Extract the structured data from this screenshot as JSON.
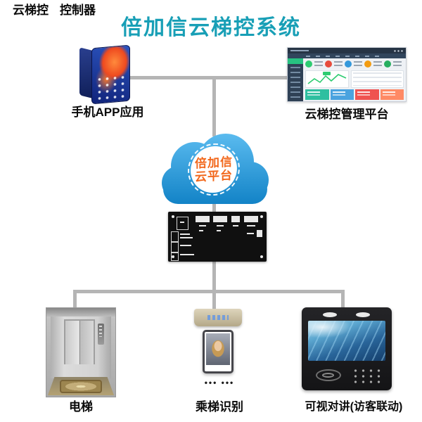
{
  "title": "倍加信云梯控系统",
  "nodes": {
    "phone": {
      "label": "手机APP应用"
    },
    "platform": {
      "label": "云梯控管理平台"
    },
    "cloud": {
      "line1": "倍加信",
      "line2": "云平台"
    },
    "controller": {
      "word1": "云梯控",
      "word2": "控制器"
    },
    "elevator": {
      "label": "电梯"
    },
    "recognition": {
      "label": "乘梯识别",
      "dots": "••• •••"
    },
    "intercom": {
      "label": "可视对讲(访客联动)"
    }
  },
  "colors": {
    "title_text": "#189fb6",
    "connector_line": "#b5b5b5",
    "cloud_gradient_top": "#5cbcf0",
    "cloud_gradient_bottom": "#1182c6",
    "cloud_seal_text": "#f2681c",
    "label_text": "#0a0a0a"
  },
  "dashboard": {
    "stat_colors": [
      "#2ecc71",
      "#e74c3c",
      "#3498db",
      "#f39c12",
      "#27ae60"
    ],
    "card_colors": [
      "#2fbfa0",
      "#4aa3df",
      "#ef5350",
      "#ff8a65"
    ]
  }
}
